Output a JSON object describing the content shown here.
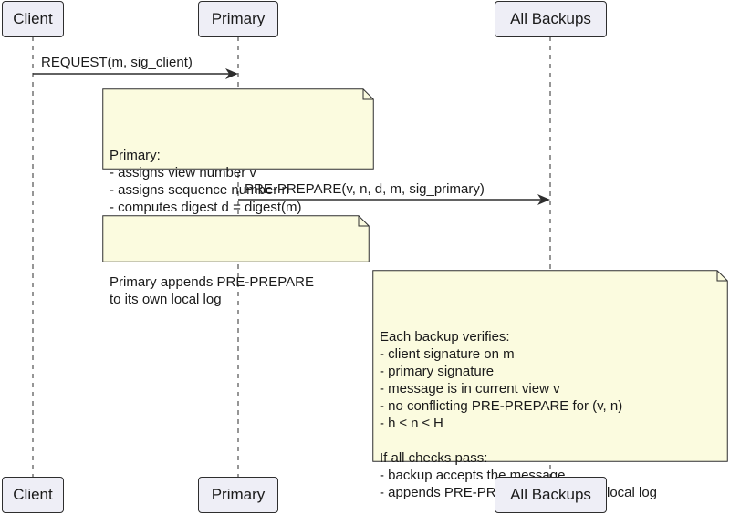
{
  "participants": {
    "client": "Client",
    "primary": "Primary",
    "backups": "All Backups"
  },
  "messages": {
    "request": "REQUEST(m, sig_client)",
    "preprepare": "PRE-PREPARE(v, n, d, m, sig_primary)"
  },
  "notes": {
    "primary_assigns": "Primary:\n- assigns view number v\n- assigns sequence number n\n- computes digest d = digest(m)",
    "primary_appends": "Primary appends PRE-PREPARE\nto its own local log",
    "backup_verifies": "Each backup verifies:\n- client signature on m\n- primary signature\n- message is in current view v\n- no conflicting PRE-PREPARE for (v, n)\n- h ≤ n ≤ H\n\nIf all checks pass:\n- backup accepts the message\n- appends PRE-PREPARE to its own local log"
  },
  "colors": {
    "participant_fill": "#eeeef6",
    "note_fill": "#fbfbdf",
    "line": "#2e2e2e"
  }
}
